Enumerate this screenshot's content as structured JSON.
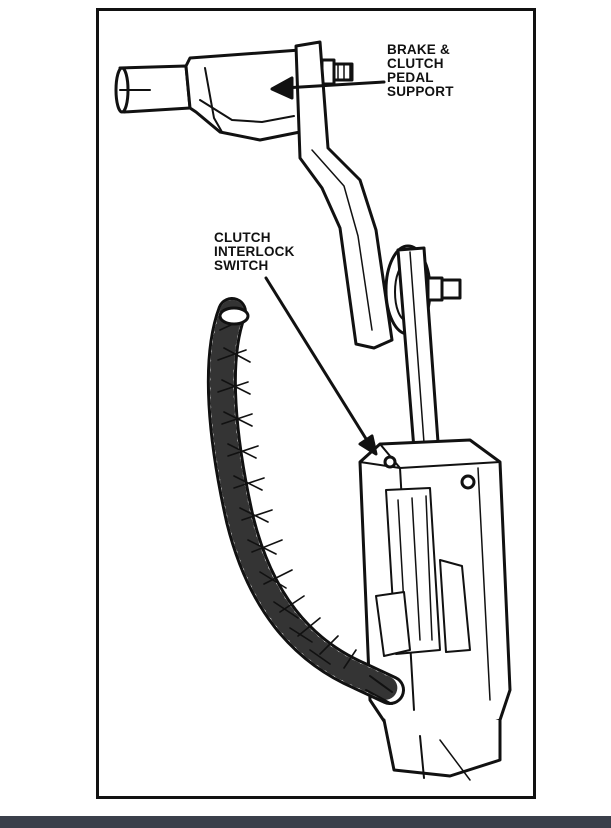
{
  "figure": {
    "callouts": [
      {
        "id": "brake-clutch-pedal-support",
        "lines": [
          "BRAKE &",
          "CLUTCH",
          "PEDAL",
          "SUPPORT"
        ]
      },
      {
        "id": "clutch-interlock-switch",
        "lines": [
          "CLUTCH",
          "INTERLOCK",
          "SWITCH"
        ]
      }
    ]
  },
  "colors": {
    "ink": "#111111",
    "paper": "#ffffff",
    "bottom_bar": "#3a3f4a"
  }
}
